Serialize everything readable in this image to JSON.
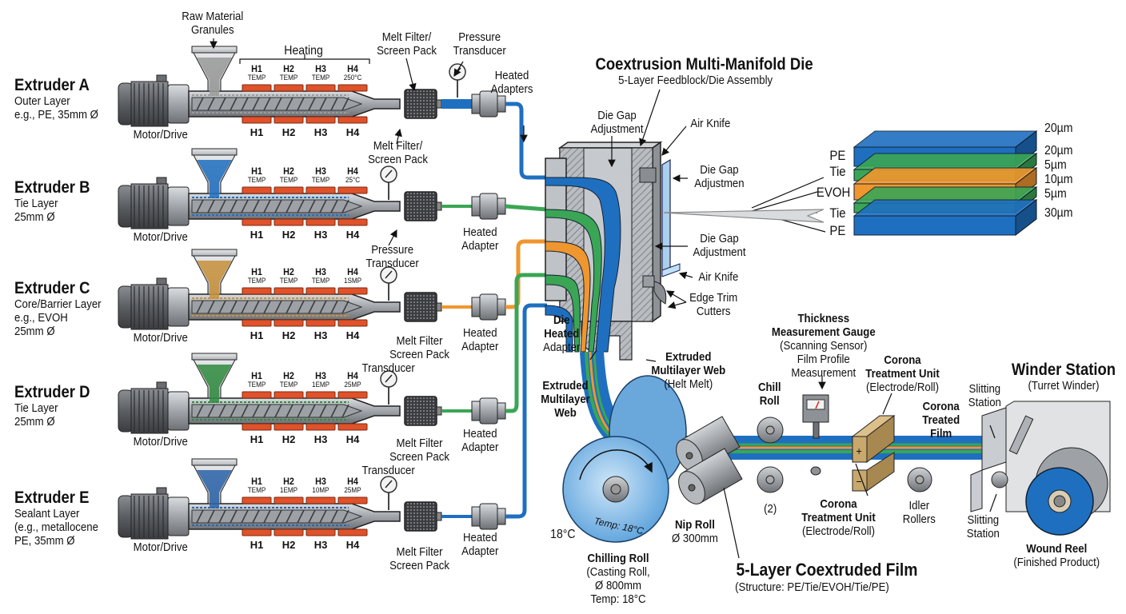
{
  "title": {
    "main": "Coextrusion Multi-Manifold Die",
    "sub": "5-Layer Feedblock/Die Assembly"
  },
  "colors": {
    "pe_blue": "#1f6fc0",
    "tie_green": "#3aa655",
    "evoh_orange": "#f0962e",
    "heater_red": "#e0522a",
    "steel": "#9a9ea3",
    "corona_tan": "#c9a86c",
    "chill_roll": "#7fb8e6"
  },
  "top_labels": {
    "raw_material": [
      "Raw Material",
      "Granules"
    ],
    "heating": "Heating",
    "melt_filter_top": [
      "Melt Filter/",
      "Screen Pack"
    ],
    "pressure_top": [
      "Pressure",
      "Transducer"
    ],
    "heated_adapters": [
      "Heated",
      "Adapters"
    ],
    "melt_filter_a_lower": [
      "Melt Filter/",
      "Screen Pack"
    ]
  },
  "extruders": [
    {
      "name": "Extruder A",
      "desc": [
        "Outer Layer",
        "e.g., PE, 35mm Ø"
      ],
      "drive": "Motor/Drive",
      "material_color": "#9a9a9a",
      "melt_color": "#1f6fc0",
      "heaters_top": [
        [
          "H1",
          "TEMP"
        ],
        [
          "H2",
          "TEMP"
        ],
        [
          "H3",
          "TEMP"
        ],
        [
          "H4",
          "250°C"
        ]
      ],
      "heaters_bottom": [
        "H1",
        "H2",
        "H3",
        "H4"
      ]
    },
    {
      "name": "Extruder B",
      "desc": [
        "Tie Layer",
        "25mm Ø"
      ],
      "drive": "Motor/Drive",
      "material_color": "#1f6fc0",
      "melt_color": "#3aa655",
      "heaters_top": [
        [
          "H1",
          "TEMP"
        ],
        [
          "H2",
          "TEMP"
        ],
        [
          "H3",
          "TEMP"
        ],
        [
          "H4",
          "25°C"
        ]
      ],
      "heaters_bottom": [
        "H1",
        "H2",
        "H3",
        "H4"
      ],
      "pressure_label": [
        "Pressure",
        "Transducer"
      ],
      "adapter_label": [
        "Heated",
        "Adapter"
      ]
    },
    {
      "name": "Extruder C",
      "desc": [
        "Core/Barrier Layer",
        "e.g., EVOH",
        "25mm Ø"
      ],
      "drive": "Motor/Drive",
      "material_color": "#c8913a",
      "melt_color": "#f0962e",
      "heaters_top": [
        [
          "H1",
          "TEMP"
        ],
        [
          "H2",
          "TEMP"
        ],
        [
          "H3",
          "TEMP"
        ],
        [
          "H4",
          "1SMP"
        ]
      ],
      "heaters_bottom": [
        "H1",
        "H2",
        "H3",
        "H4"
      ],
      "filter_label": [
        "Melt Filter",
        "Screen Pack"
      ],
      "adapter_label": [
        "Heated",
        "Adapter"
      ],
      "transducer_label": "Transducer"
    },
    {
      "name": "Extruder D",
      "desc": [
        "Tie Layer",
        "25mm Ø"
      ],
      "drive": "Motor/Drive",
      "material_color": "#2e8b3e",
      "melt_color": "#3aa655",
      "heaters_top": [
        [
          "H1",
          "TEMP"
        ],
        [
          "H2",
          "TEMP"
        ],
        [
          "H3",
          "1EMP"
        ],
        [
          "H4",
          "25MP"
        ]
      ],
      "heaters_bottom": [
        "H1",
        "H2",
        "H3",
        "H4"
      ],
      "filter_label": [
        "Melt Filter",
        "Screen Pack"
      ],
      "adapter_label": [
        "Heated",
        "Adapter"
      ],
      "transducer_label": "Transducer"
    },
    {
      "name": "Extruder E",
      "desc": [
        "Sealant Layer",
        "(e.g., metallocene",
        "PE, 35mm Ø"
      ],
      "drive": "Motor/Drive",
      "material_color": "#2a63a8",
      "melt_color": "#1f6fc0",
      "heaters_top": [
        [
          "H1",
          "TEMP"
        ],
        [
          "H2",
          "1EMP"
        ],
        [
          "H3",
          "10MP"
        ],
        [
          "H4",
          "25MP"
        ]
      ],
      "heaters_bottom": [
        "H1",
        "H2",
        "H3",
        "H4"
      ],
      "filter_label": [
        "Melt Filter",
        "Screen Pack"
      ],
      "adapter_label": [
        "Heated",
        "Adapter"
      ]
    }
  ],
  "die": {
    "die_gap_top": [
      "Die Gap",
      "Adjustment"
    ],
    "air_knife_top": "Air Knife",
    "die_gap_right": [
      "Die Gap",
      "Adjustmen"
    ],
    "die_gap_mid": [
      "Die Gap",
      "Adjustment"
    ],
    "air_knife_mid": "Air Knife",
    "edge_trim": [
      "Edge Trim",
      "Cutters"
    ],
    "die_heated_adapter": [
      "Die",
      "Heated",
      "Adapter"
    ],
    "web_left": [
      "Extruded",
      "Multilayer",
      "Web"
    ],
    "web_right": [
      "Extruded",
      "Multilayer Web",
      "(Helt Melt)"
    ]
  },
  "layer_stack": {
    "layers": [
      {
        "name": "PE",
        "thickness": "20µm",
        "color": "#1f6fc0"
      },
      {
        "name": "Tie",
        "thickness": "5µm",
        "color": "#3aa655"
      },
      {
        "name": "EVOH",
        "thickness": "10µm",
        "color": "#f0962e"
      },
      {
        "name": "Tie",
        "thickness": "5µm",
        "color": "#3aa655"
      },
      {
        "name": "PE",
        "thickness": "30µm",
        "color": "#1f6fc0"
      }
    ],
    "thickness_labels": [
      "20µm",
      "20µm",
      "5µm",
      "10µm",
      "5µm",
      "30µm"
    ]
  },
  "downstream": {
    "chill_roll_temp_side": "18°C",
    "chill_roll_face": "Temp: 18°C",
    "chilling_roll": [
      "Chilling Roll",
      "(Casting Roll,",
      "Ø 800mm",
      "Temp: 18°C"
    ],
    "nip_roll": [
      "Nip Roll",
      "Ø 300mm"
    ],
    "chill_roll_small": [
      "Chill",
      "Roll"
    ],
    "chill_roll_count": "(2)",
    "thickness_gauge": [
      "Thickness",
      "Measurement Gauge",
      "(Scanning Sensor)",
      "Film Profile",
      "Measurement"
    ],
    "corona_top": [
      "Corona",
      "Treatment Unit",
      "(Electrode/Roll)"
    ],
    "corona_bottom": [
      "Corona",
      "Treatment Unit",
      "(Electrode/Roll)"
    ],
    "corona_plus": "+",
    "corona_minus": "−",
    "corona_treated": [
      "Corona",
      "Treated",
      "Film"
    ],
    "idler": [
      "Idler",
      "Rollers"
    ],
    "slitting_top": [
      "Slitting",
      "Station"
    ],
    "slitting_bottom": [
      "Slitting",
      "Station"
    ],
    "winder": [
      "Winder Station",
      "(Turret Winder)"
    ],
    "wound_reel": [
      "Wound Reel",
      "(Finished Product)"
    ],
    "film_title": "5-Layer Coextruded Film",
    "film_structure": "(Structure: PE/Tie/EVOH/Tie/PE)"
  }
}
